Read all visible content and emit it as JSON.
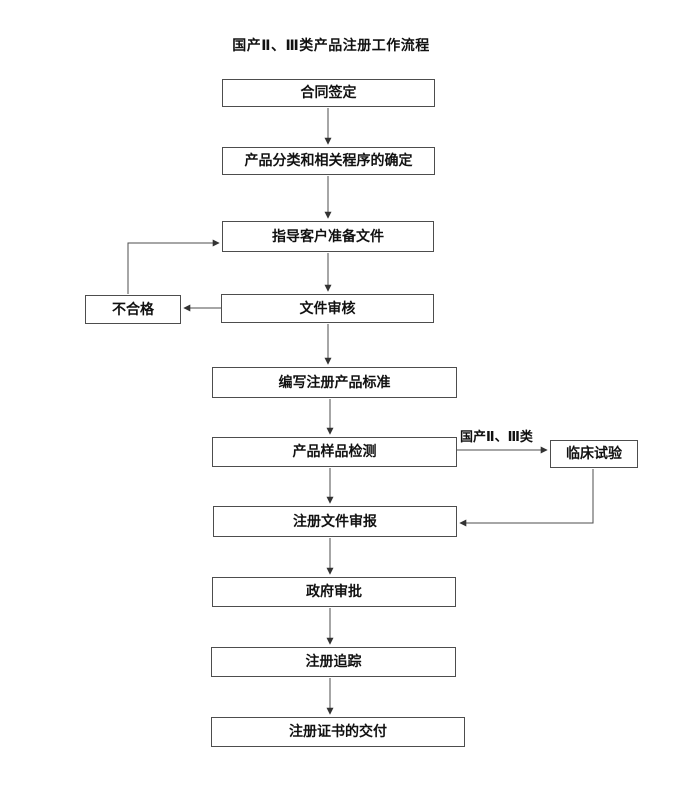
{
  "diagram": {
    "title": "国产Ⅱ、Ⅲ类产品注册工作流程",
    "nodes": {
      "contract": "合同签定",
      "classification": "产品分类和相关程序的确定",
      "guide": "指导客户准备文件",
      "review": "文件审核",
      "unqualified": "不合格",
      "standard": "编写注册产品标准",
      "sample_test": "产品样品检测",
      "clinical": "临床试验",
      "submission": "注册文件审报",
      "approval": "政府审批",
      "tracking": "注册追踪",
      "delivery": "注册证书的交付"
    },
    "edge_label": "国产Ⅱ、Ⅲ类",
    "flow": [
      "合同签定 → 产品分类和相关程序的确定",
      "产品分类和相关程序的确定 → 指导客户准备文件",
      "指导客户准备文件 → 文件审核",
      "文件审核 → 不合格",
      "不合格 → 指导客户准备文件",
      "文件审核 → 编写注册产品标准",
      "编写注册产品标准 → 产品样品检测",
      "产品样品检测 → 临床试验 (国产Ⅱ、Ⅲ类)",
      "临床试验 → 注册文件审报",
      "产品样品检测 → 注册文件审报",
      "注册文件审报 → 政府审批",
      "政府审批 → 注册追踪",
      "注册追踪 → 注册证书的交付"
    ],
    "colors": {
      "background": "#ffffff",
      "box_border": "#4d4d4d",
      "line": "#4d4d4d",
      "arrowhead": "#333333",
      "text": "#111111"
    }
  }
}
